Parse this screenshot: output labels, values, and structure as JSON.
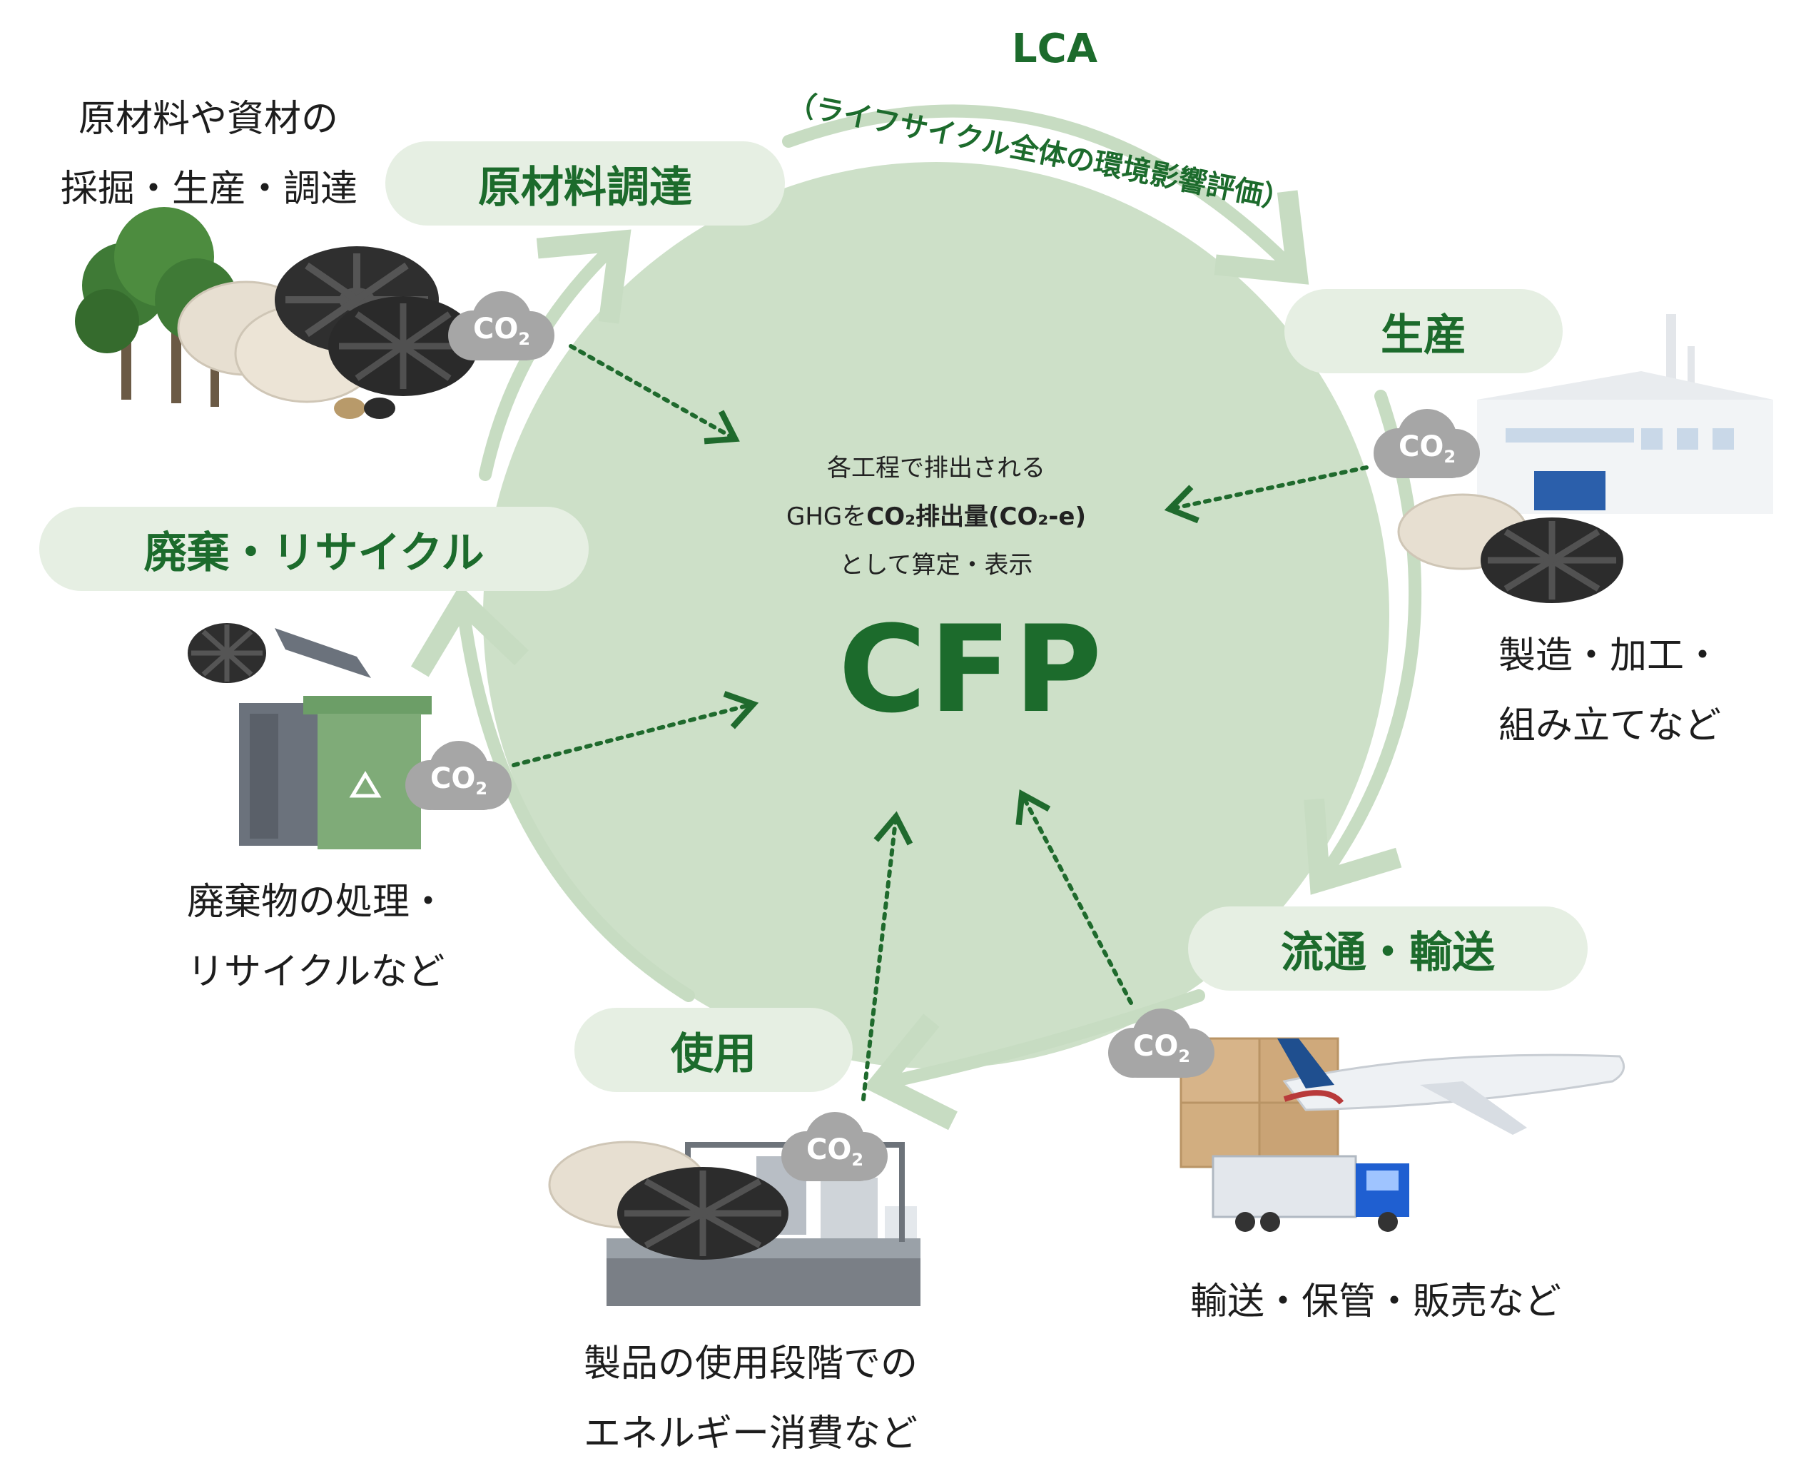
{
  "lca": {
    "title": "LCA",
    "subtitle": "（ライフサイクル全体の環境影響評価）"
  },
  "center": {
    "line1": "各工程で排出される",
    "line2_pre": "GHGを",
    "line2_bold": "CO₂排出量(CO₂-e)",
    "line3": "として算定・表示",
    "main": "CFP"
  },
  "co2_label": "CO",
  "co2_sub": "2",
  "stages": {
    "raw": {
      "label": "原材料調達",
      "desc1": "原材料や資材の",
      "desc2": "採掘・生産・調達"
    },
    "production": {
      "label": "生産",
      "desc1": "製造・加工・",
      "desc2": "組み立てなど"
    },
    "distribution": {
      "label": "流通・輸送",
      "desc1": "輸送・保管・販売など"
    },
    "use": {
      "label": "使用",
      "desc1": "製品の使用段階での",
      "desc2": "エネルギー消費など"
    },
    "disposal": {
      "label": "廃棄・リサイクル",
      "desc1": "廃棄物の処理・",
      "desc2": "リサイクルなど"
    }
  },
  "colors": {
    "circle": "#cde0c8",
    "pill": "#e6efe3",
    "accent": "#1c6b2c",
    "ring_arrow": "#c7dcc2",
    "cloud": "#a6a6a6"
  }
}
